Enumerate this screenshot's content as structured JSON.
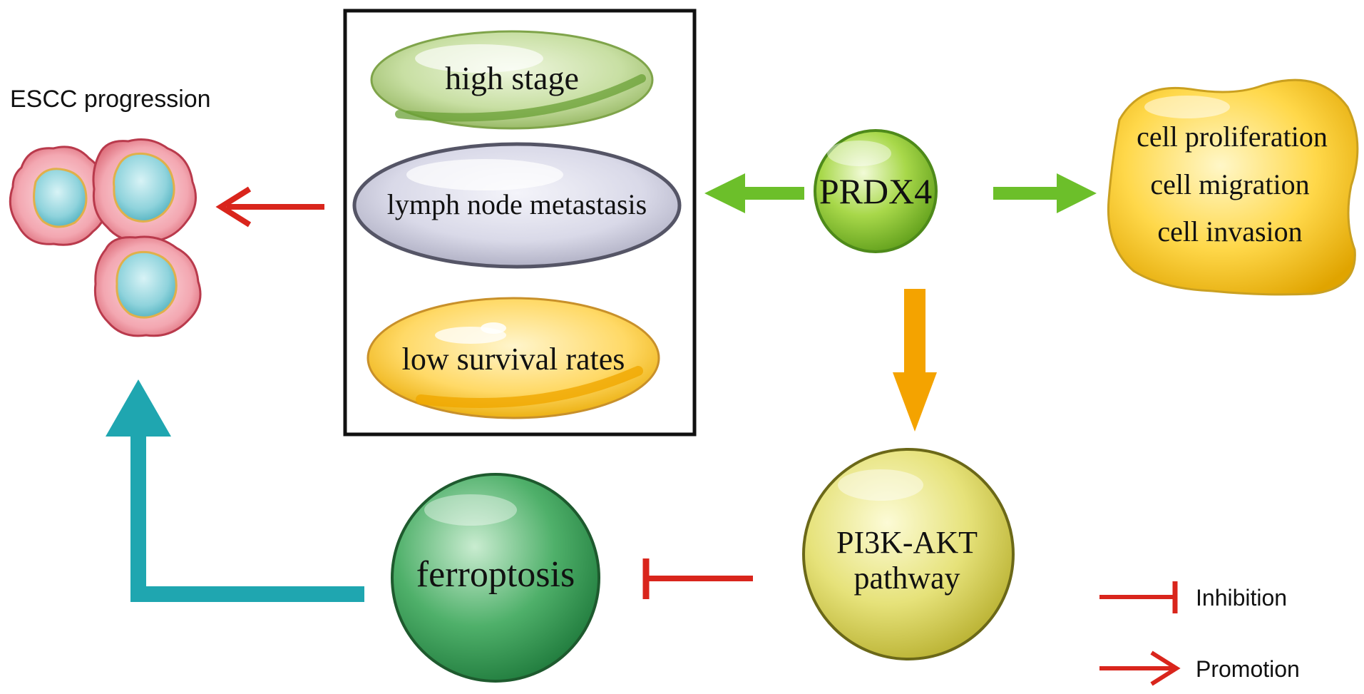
{
  "labels": {
    "escc_progression": "ESCC progression",
    "high_stage": "high stage",
    "lymph_node_metastasis": "lymph node metastasis",
    "low_survival_rates": "low survival rates",
    "prdx4": "PRDX4",
    "cell_proliferation": "cell proliferation",
    "cell_migration": "cell migration",
    "cell_invasion": "cell invasion",
    "pi3k_akt": "PI3K-AKT",
    "pathway": "pathway",
    "ferroptosis": "ferroptosis"
  },
  "legend": {
    "inhibition": "Inhibition",
    "promotion": "Promotion"
  },
  "colors": {
    "promotion_red": "#d9251c",
    "prdx4_green": "#6cbf2a",
    "pathway_orange": "#f4a300",
    "teal": "#1fa6b0",
    "box_border": "#111111"
  }
}
